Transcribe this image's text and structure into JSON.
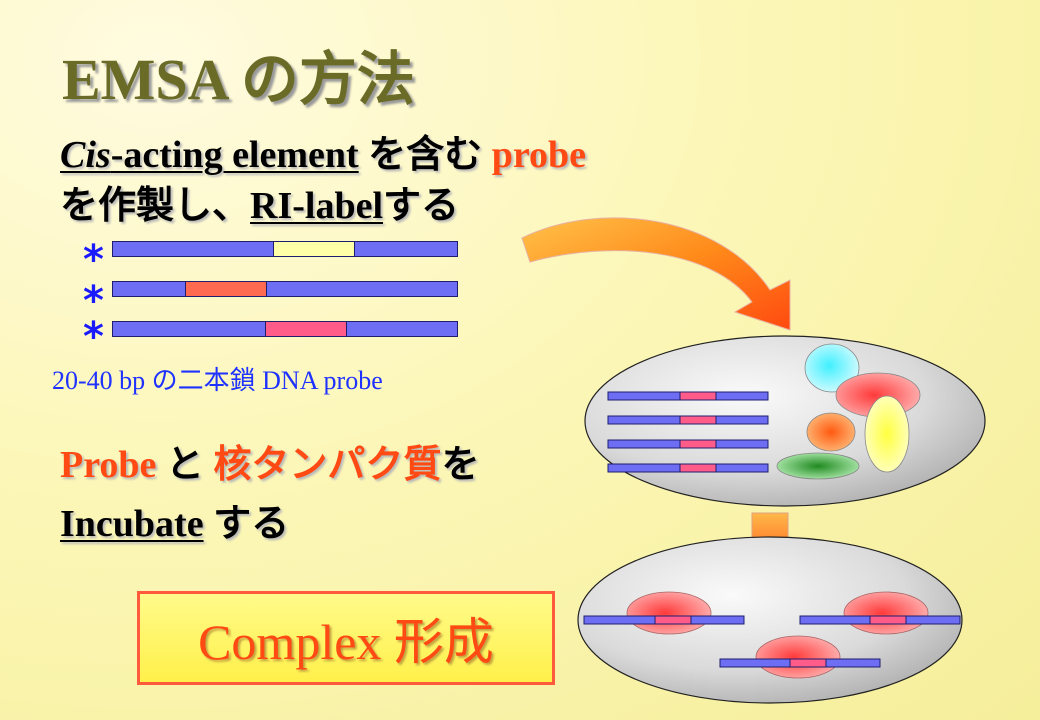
{
  "slide": {
    "title": "EMSA の方法",
    "step1": {
      "cis": "Cis",
      "acting": "-acting element",
      "contains": " を含む ",
      "probe": "probe",
      "make": "を作製し、",
      "rilabel": "RI-label",
      "suru": "する"
    },
    "star": "*",
    "probe_caption": "20-40 bp の二本鎖 DNA probe",
    "step2": {
      "probe": "Probe",
      "to": " と ",
      "protein": "核タンパク質",
      "wo": "を",
      "incubate": "Incubate",
      "suru": " する"
    },
    "complex_label": "Complex 形成"
  },
  "colors": {
    "dna": "#6e6ef4",
    "probe_yellow": "#ffffa8",
    "probe_red": "#ff6a50",
    "probe_pink": "#ff5c8a",
    "accent_orange": "#ff4a14"
  }
}
